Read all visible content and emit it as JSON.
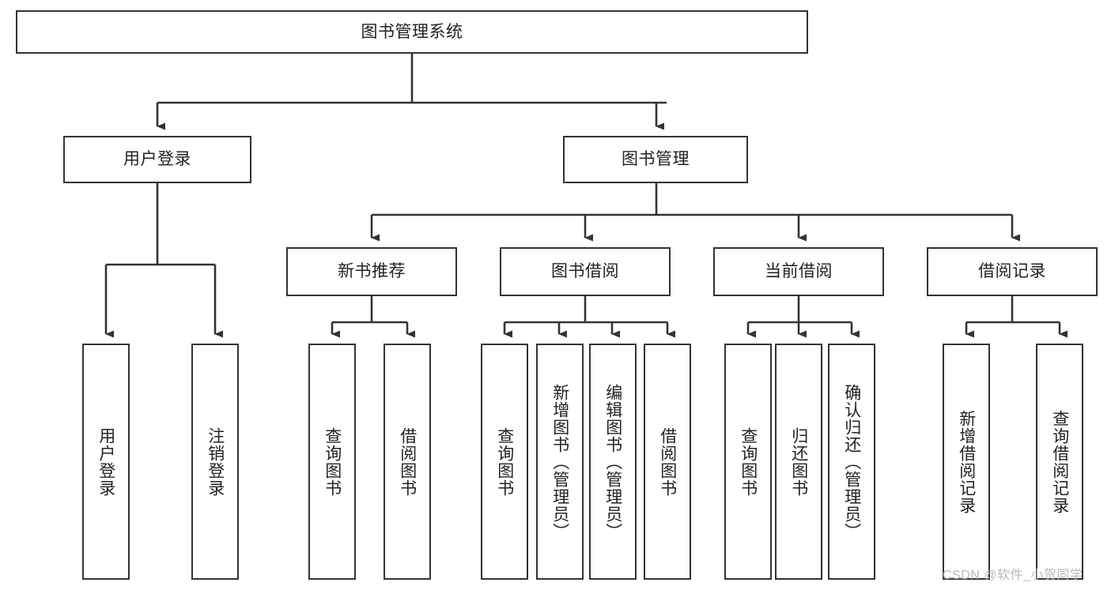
{
  "diagram": {
    "title": "图书管理系统",
    "type": "tree-hierarchy",
    "orientation": "top-down",
    "root": {
      "id": "root",
      "label": "图书管理系统"
    },
    "level2": [
      {
        "id": "user-login",
        "label": "用户登录"
      },
      {
        "id": "book-manage",
        "label": "图书管理"
      }
    ],
    "level3": [
      {
        "id": "new-book-rec",
        "label": "新书推荐",
        "parent": "book-manage"
      },
      {
        "id": "book-borrow",
        "label": "图书借阅",
        "parent": "book-manage"
      },
      {
        "id": "current-borrow",
        "label": "当前借阅",
        "parent": "book-manage"
      },
      {
        "id": "borrow-record",
        "label": "借阅记录",
        "parent": "book-manage"
      }
    ],
    "leaves": [
      {
        "id": "leaf-user-login",
        "label": "用户登录",
        "parent": "user-login"
      },
      {
        "id": "leaf-logout",
        "label": "注销登录",
        "parent": "user-login"
      },
      {
        "id": "leaf-query-book-1",
        "label": "查询图书",
        "parent": "new-book-rec"
      },
      {
        "id": "leaf-borrow-book-1",
        "label": "借阅图书",
        "parent": "new-book-rec"
      },
      {
        "id": "leaf-query-book-2",
        "label": "查询图书",
        "parent": "book-borrow"
      },
      {
        "id": "leaf-add-book",
        "label": "新增图书（管理员）",
        "parent": "book-borrow"
      },
      {
        "id": "leaf-edit-book",
        "label": "编辑图书（管理员）",
        "parent": "book-borrow"
      },
      {
        "id": "leaf-borrow-book-2",
        "label": "借阅图书",
        "parent": "book-borrow"
      },
      {
        "id": "leaf-query-book-3",
        "label": "查询图书",
        "parent": "current-borrow"
      },
      {
        "id": "leaf-return-book",
        "label": "归还图书",
        "parent": "current-borrow"
      },
      {
        "id": "leaf-confirm-return",
        "label": "确认归还（管理员）",
        "parent": "current-borrow"
      },
      {
        "id": "leaf-add-record",
        "label": "新增借阅记录",
        "parent": "borrow-record"
      },
      {
        "id": "leaf-query-record",
        "label": "查询借阅记录",
        "parent": "borrow-record"
      }
    ],
    "colors": {
      "stroke": "#333333",
      "fill": "#ffffff",
      "text": "#222222",
      "watermark": "#b9b9b9"
    }
  },
  "watermark": {
    "text": "CSDN @软件_小贺同学"
  }
}
